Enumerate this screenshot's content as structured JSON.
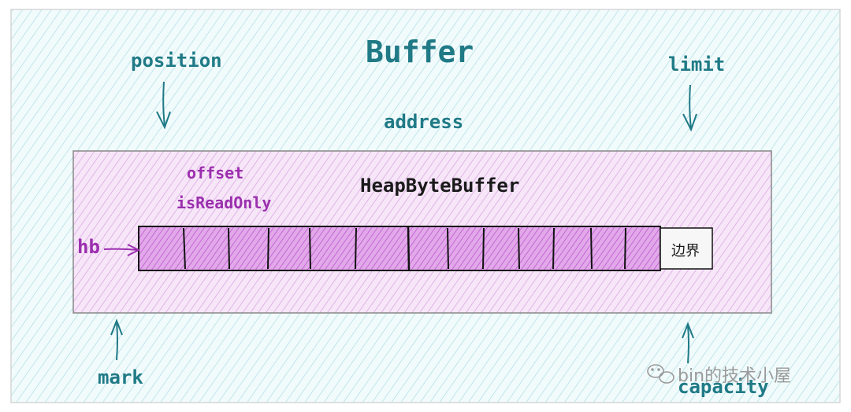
{
  "title": "Buffer",
  "fields": {
    "position": "position",
    "limit": "limit",
    "address": "address",
    "mark": "mark",
    "capacity": "capacity"
  },
  "heap": {
    "class_name": "HeapByteBuffer",
    "offset": "offset",
    "is_read_only": "isReadOnly",
    "hb": "hb",
    "boundary": "边界"
  },
  "watermark": "bin的技术小屋",
  "colors": {
    "teal": "#1f7a86",
    "purple": "#9b2fae",
    "outer_fill": "#e8f7f8",
    "inner_fill": "#f1d8f4",
    "array_fill": "#d98be3"
  }
}
